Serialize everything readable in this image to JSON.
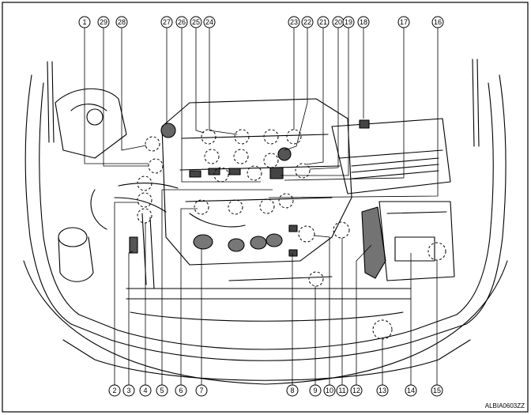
{
  "figure_code": "ALBIA0603ZZ",
  "callouts_top": [
    "1",
    "29",
    "28",
    "27",
    "26",
    "25",
    "24",
    "23",
    "22",
    "21",
    "20",
    "19",
    "18",
    "17",
    "16"
  ],
  "callouts_bottom": [
    "2",
    "3",
    "4",
    "5",
    "6",
    "7",
    "8",
    "9",
    "10",
    "11",
    "12",
    "13",
    "14",
    "15"
  ]
}
